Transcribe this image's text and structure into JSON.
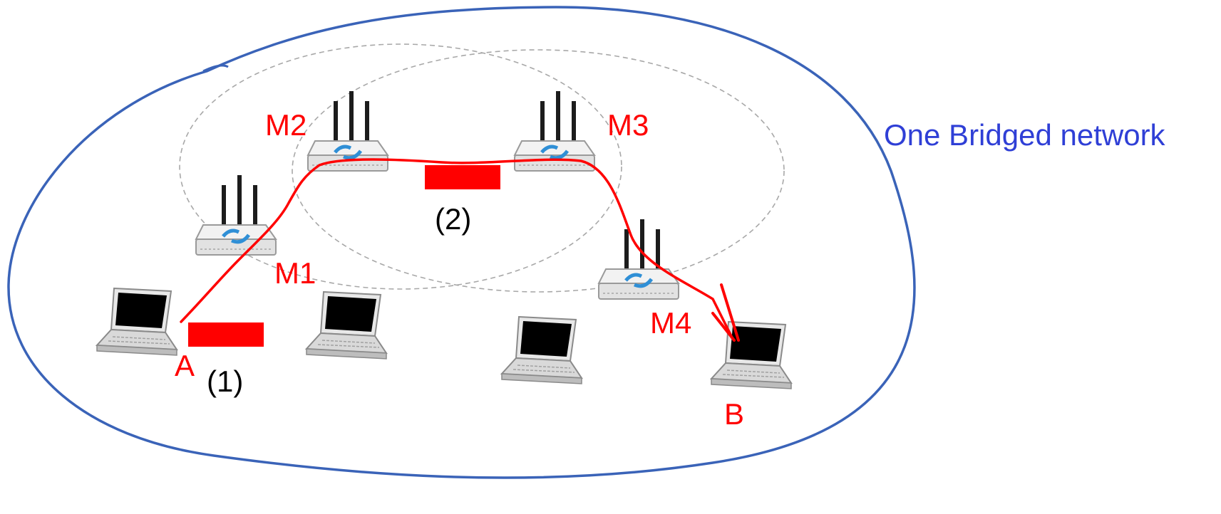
{
  "title": "One Bridged network",
  "nodes": {
    "m1": "M1",
    "m2": "M2",
    "m3": "M3",
    "m4": "M4",
    "a": "A",
    "b": "B"
  },
  "markers": {
    "step1": "(1)",
    "step2": "(2)"
  },
  "colors": {
    "accent": "#ff0000",
    "boundary": "#3a63b8",
    "title": "#2f3fd6",
    "range": "#a8a8a8"
  }
}
